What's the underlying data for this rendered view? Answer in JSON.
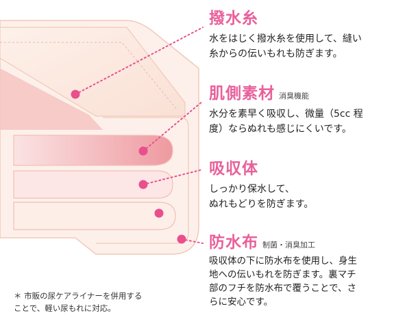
{
  "labels": {
    "thread": {
      "title": "撥水糸",
      "lines": [
        "水をはじく撥水糸を使用して、縫い",
        "糸からの伝いもれも防ぎます。"
      ]
    },
    "skin": {
      "title": "肌側素材",
      "sub": "消臭機能",
      "lines": [
        "水分を素早く吸収し、微量（5cc 程",
        "度）ならぬれも感じにくいです。"
      ]
    },
    "absorber": {
      "title": "吸収体",
      "lines": [
        "しっかり保水して、",
        "ぬれもどりを防ぎます。"
      ]
    },
    "cloth": {
      "title": "防水布",
      "sub": "制菌・消臭加工",
      "lines": [
        "吸収体の下に防水布を使用し、身生",
        "地への伝いもれを防ぎます。裏マチ",
        "部のフチを防水布で覆うことで、さ",
        "らに安心です。"
      ]
    }
  },
  "note": {
    "lines": [
      "＊ 市販の尿ケアライナーを併用する",
      "ことで、軽い尿もれに対応。"
    ]
  },
  "colors": {
    "accent": "#e8609a",
    "dot": "#e94f8d",
    "outer_fill": "#fbe9e0",
    "outer_stroke": "#f0c9b8",
    "pink_layer": "#f3b9b9",
    "pink_light": "#fde3e0"
  }
}
